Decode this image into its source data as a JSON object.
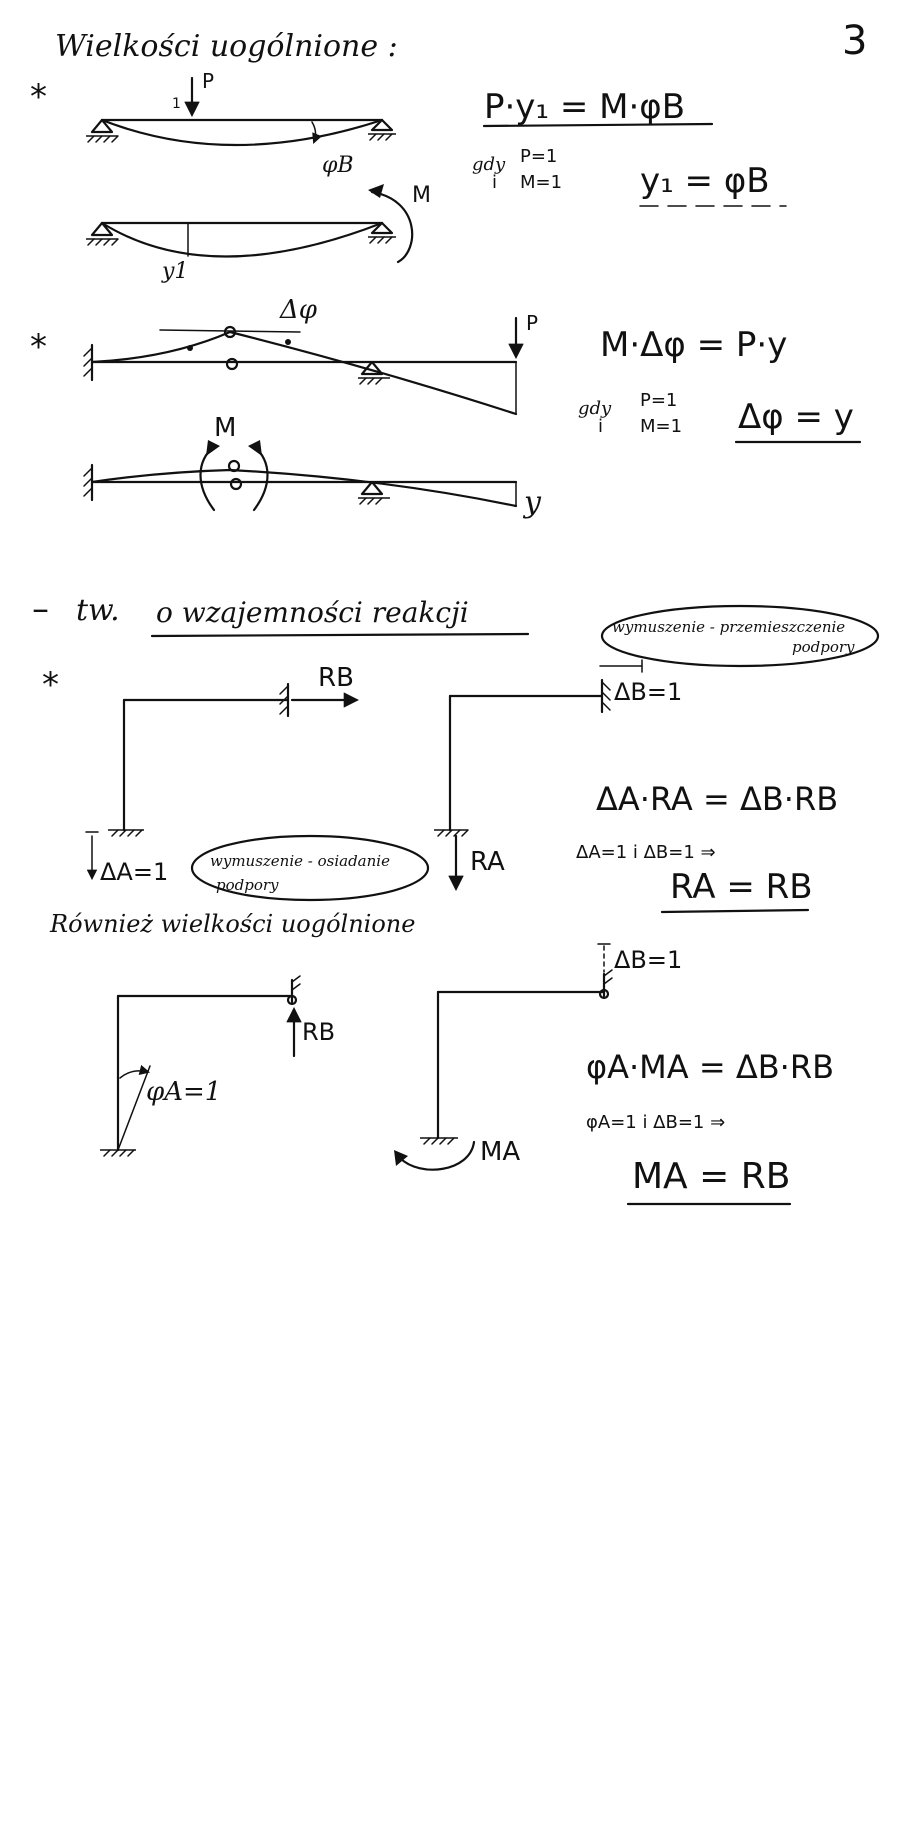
{
  "page_number": "3",
  "heading": "Wielkości uogólnione :",
  "bullet": "*",
  "section1": {
    "load_P": "P",
    "unit_mark": "1",
    "rot_label": "φB",
    "moment_M": "M",
    "defl_label": "y1",
    "eq_main": "P·y₁ = M·φB",
    "cond_gdy": "gdy",
    "cond_P": "P=1",
    "cond_i": "i",
    "cond_M": "M=1",
    "result": "y₁ = φB"
  },
  "section2": {
    "load_P": "P",
    "delta_phi": "Δφ",
    "moment_M": "M",
    "y_label": "y",
    "eq_main": "M·Δφ = P·y",
    "cond_gdy": "gdy",
    "cond_P": "P=1",
    "cond_i": "i",
    "cond_M": "M=1",
    "result": "Δφ = y"
  },
  "section3": {
    "dash": "–",
    "title_prefix": "tw.",
    "title": "o wzajemności reakcji",
    "bubble_right": [
      "wymuszenie - przemieszczenie",
      "podpory"
    ],
    "bubble_left": [
      "wymuszenie - osiadanie",
      "podpory"
    ],
    "RB": "RB",
    "RA": "RA",
    "deltaA": "ΔA=1",
    "deltaB": "ΔB=1",
    "eq_main": "ΔA·RA = ΔB·RB",
    "cond": "ΔA=1 i ΔB=1 ⇒",
    "result": "RA = RB",
    "also": "Również wielkości uogólnione"
  },
  "section4": {
    "RB": "RB",
    "phiA": "φA=1",
    "deltaB": "ΔB=1",
    "MA": "MA",
    "eq_main": "φA·MA = ΔB·RB",
    "cond": "φA=1 i ΔB=1 ⇒",
    "result": "MA = RB"
  }
}
